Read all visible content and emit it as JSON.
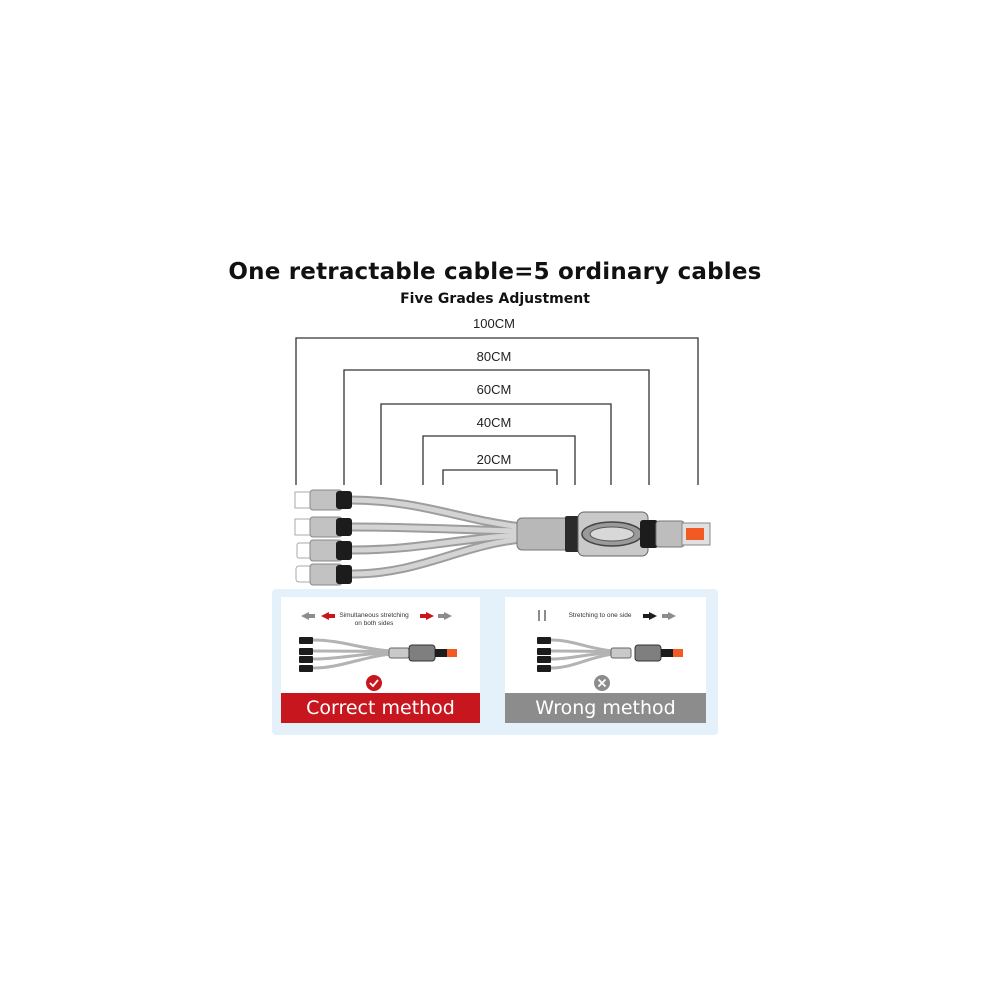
{
  "header": {
    "title": "One retractable cable=5 ordinary cables",
    "subtitle": "Five Grades Adjustment"
  },
  "lengths": [
    "100CM",
    "80CM",
    "60CM",
    "40CM",
    "20CM"
  ],
  "methods": {
    "correct": {
      "instruction": "Simultaneous stretching on both sides",
      "label": "Correct method",
      "color": "#c8161e",
      "icon": "check-icon"
    },
    "wrong": {
      "instruction": "Stretching to one side",
      "label": "Wrong method",
      "color": "#8c8c8c",
      "icon": "cross-icon"
    }
  }
}
